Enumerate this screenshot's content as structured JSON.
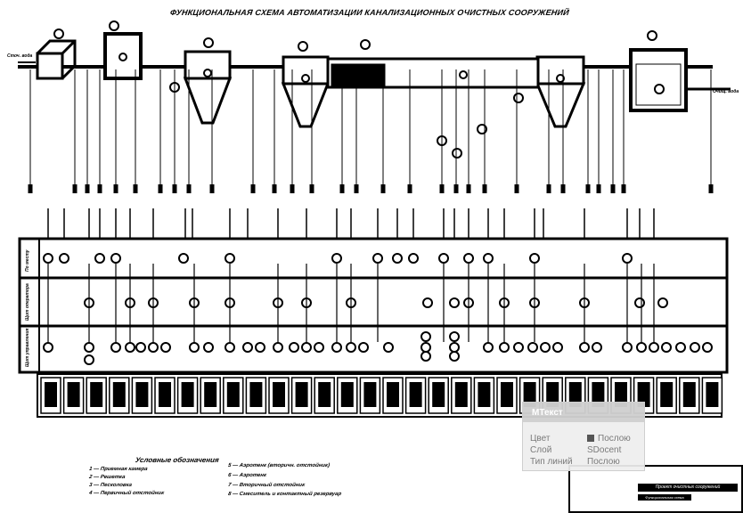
{
  "diagram": {
    "title": "ФУНКЦИОНАЛЬНАЯ СХЕМА АВТОМАТИЗАЦИИ КАНАЛИЗАЦИОННЫХ ОЧИСТНЫХ СООРУЖЕНИЙ",
    "row_labels": [
      "По месту",
      "Щит оператора",
      "Щит управления"
    ],
    "inlet_label": "Сточ. вода",
    "outlet_label": "Очищ. вода"
  },
  "legend": {
    "title": "Условные обозначения",
    "items": [
      "1 — Приемная камера",
      "2 — Решетка",
      "3 — Песколовка",
      "4 — Первичный отстойник",
      "5 — Аэротенк (вторичн. отстойник)",
      "6 — Аэротенк",
      "7 — Вторичный отстойник",
      "8 — Смеситель и контактный резервуар"
    ]
  },
  "tooltip": {
    "header": "МТекст",
    "rows": [
      {
        "key": "Цвет",
        "value": "Послою"
      },
      {
        "key": "Слой",
        "value": "SDocent"
      },
      {
        "key": "Тип линий",
        "value": "Послою"
      }
    ],
    "swatch_color": "#555555"
  },
  "title_block": {
    "title": "Проект очистных сооружений",
    "subtitle": "Функциональная схема"
  },
  "colors": {
    "ink": "#000000",
    "background": "#ffffff"
  }
}
